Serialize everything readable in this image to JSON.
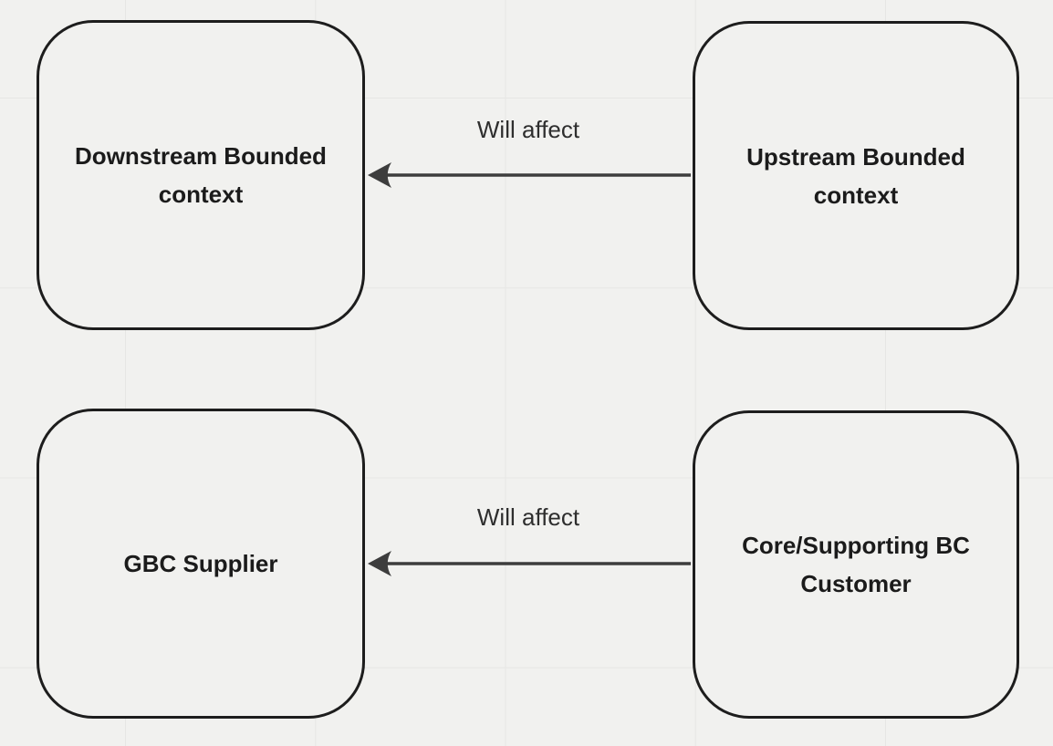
{
  "diagram": {
    "nodes": [
      {
        "id": "downstream-bounded-context",
        "label": "Downstream Bounded context"
      },
      {
        "id": "upstream-bounded-context",
        "label": "Upstream Bounded context"
      },
      {
        "id": "gbc-supplier",
        "label": "GBC Supplier"
      },
      {
        "id": "core-supporting-bc-customer",
        "label": "Core/Supporting BC Customer"
      }
    ],
    "edges": [
      {
        "label": "Will affect",
        "from": "upstream-bounded-context",
        "to": "downstream-bounded-context",
        "arrow_direction": "left"
      },
      {
        "label": "Will affect",
        "from": "core-supporting-bc-customer",
        "to": "gbc-supplier",
        "arrow_direction": "left"
      }
    ],
    "colors": {
      "background": "#f1f1ef",
      "grid_line": "#e6e6e4",
      "node_border": "#1d1d1d",
      "node_fill": "#f1f1ef",
      "node_text": "#1b1b1b",
      "arrow": "#3d3d3d",
      "edge_label_text": "#2e2e2e"
    }
  }
}
